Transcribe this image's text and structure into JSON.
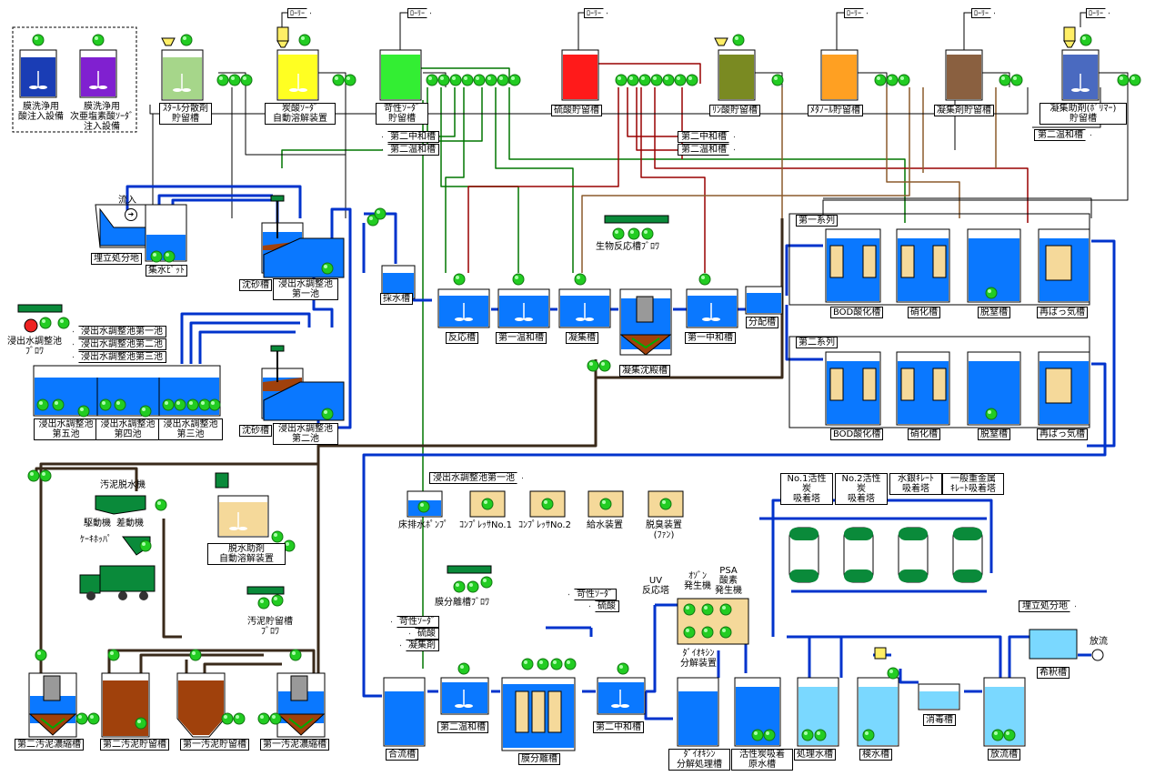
{
  "colors": {
    "water": "#0a78ff",
    "pipe_blue": "#0033cc",
    "pump_green": "#22cc22",
    "sludge": "#a0410c",
    "pipe_red": "#990000",
    "pipe_green": "#007700",
    "pipe_brown": "#8b5a2b"
  },
  "lorry_label": "ﾛｰﾘｰ",
  "top_tanks": [
    {
      "label": "膜洗浄用\n酸注入設備",
      "color": "#1a3db5"
    },
    {
      "label": "膜洗浄用\n次亜塩素酸ｿｰﾀﾞ\n注入設備",
      "color": "#8020d0"
    },
    {
      "label": "ｽﾀｰﾙ分散剤\n貯留槽",
      "color": "#a6d68a"
    },
    {
      "label": "炭酸ｿｰﾀﾞ\n自動溶解装置",
      "color": "#ffff22"
    },
    {
      "label": "苛性ｿｰﾀﾞ\n貯留槽",
      "color": "#33ee33"
    },
    {
      "label": "硫酸貯留槽",
      "color": "#ff1a1a"
    },
    {
      "label": "ﾘﾝ酸貯留槽",
      "color": "#7a8a22"
    },
    {
      "label": "ﾒﾀﾉｰﾙ貯留槽",
      "color": "#ffa022"
    },
    {
      "label": "凝集剤貯留槽",
      "color": "#8a6040"
    },
    {
      "label": "凝集助剤(ﾎﾟﾘﾏｰ)\n貯留槽",
      "color": "#4a6ac0"
    }
  ],
  "tags": {
    "t2chuwa_a": "第二中和槽",
    "t2onwa_a": "第二温和槽",
    "t2chuwa_b": "第二中和槽",
    "t2onwa_b": "第二温和槽",
    "t2onwa_c": "第二温和槽",
    "inflow": "流入",
    "lvl1a": "浸出水調整池第一池",
    "lvl1b": "浸出水調整池第二池",
    "lvl1c": "浸出水調整池第三池",
    "lvl1d": "浸出水調整池第一池",
    "series1": "第一系列",
    "series2": "第二系列",
    "kasei": "苛性ｿｰﾀﾞ",
    "ryusan1": "硫酸",
    "gyoshu": "凝集剤",
    "kasei2": "苛性ｿｰﾀﾞ",
    "ryusan2": "硫酸",
    "umetate": "埋立処分地",
    "houryu": "放流"
  },
  "units": {
    "umetate_pit": "埋立処分地",
    "shusui": "集水ﾋﾟｯﾄ",
    "chinsa1": "沈砂槽",
    "adj1": "浸出水調整池\n第一池",
    "saisui": "採水槽",
    "chinsa2": "沈砂槽",
    "adj2": "浸出水調整池\n第二池",
    "adj5": "浸出水調整池\n第五池",
    "adj4": "浸出水調整池\n第四池",
    "adj3": "浸出水調整池\n第三池",
    "blower1": "浸出水調整池\nﾌﾞﾛﾜ",
    "hanno": "反応槽",
    "onwa1": "第一温和槽",
    "gyoshu_t": "凝集槽",
    "gyoshu_chin": "凝集沈殿槽",
    "chuwa1": "第一中和槽",
    "haibun": "分配槽",
    "bio_blower": "生物反応槽ﾌﾞﾛﾜ",
    "bod1": "BOD酸化槽",
    "shoka1": "硝化槽",
    "dakki1": "脱窒槽",
    "rebaki1": "再ばっ気槽",
    "bod2": "BOD酸化槽",
    "shoka2": "硝化槽",
    "dakki2": "脱窒槽",
    "rebaki2": "再ばっ気槽",
    "sludge_dewater": "汚泥脱水機",
    "drive": "駆動機",
    "diff": "差動機",
    "cake": "ｹｰｷﾎｯﾊﾟ",
    "dewater_aid": "脱水助剤\n自動溶解装置",
    "sludge_blower": "汚泥貯留槽\nﾌﾞﾛﾜ",
    "floor_pump": "床排水ﾎﾟﾝﾌﾟ",
    "comp1": "ｺﾝﾌﾟﾚｯｻNo.1",
    "comp2": "ｺﾝﾌﾟﾚｯｻNo.2",
    "water_supply": "給水装置",
    "deodor": "脱臭装置\n(ﾌｧﾝ)",
    "mem_blower": "膜分離槽ﾌﾞﾛﾜ",
    "uv": "UV\n反応塔",
    "ozone": "ｵｿﾞﾝ\n発生機",
    "psa": "PSA\n酸素\n発生機",
    "dioxin_unit": "ﾀﾞｲｵｷｼﾝ\n分解装置",
    "act1": "No.1活性炭\n吸着塔",
    "act2": "No.2活性炭\n吸着塔",
    "chelate_hg": "水銀ｷﾚｰﾄ\n吸着塔",
    "chelate_hm": "一般重金属\nｷﾚｰﾄ吸着塔",
    "thick2": "第二汚泥濃縮槽",
    "store2": "第二汚泥貯留槽",
    "store1": "第一汚泥貯留槽",
    "thick1": "第一汚泥濃縮槽",
    "goryu": "合流槽",
    "onwa2": "第二温和槽",
    "maku": "膜分離槽",
    "chuwa2": "第二中和槽",
    "dioxin_tank": "ﾀﾞｲｵｷｼﾝ\n分解処理槽",
    "act_raw": "活性炭吸着\n原水槽",
    "shori": "処理水槽",
    "kensui": "検水槽",
    "shodoku": "消毒槽",
    "houryu_t": "放流槽",
    "kishaku": "希釈槽"
  }
}
